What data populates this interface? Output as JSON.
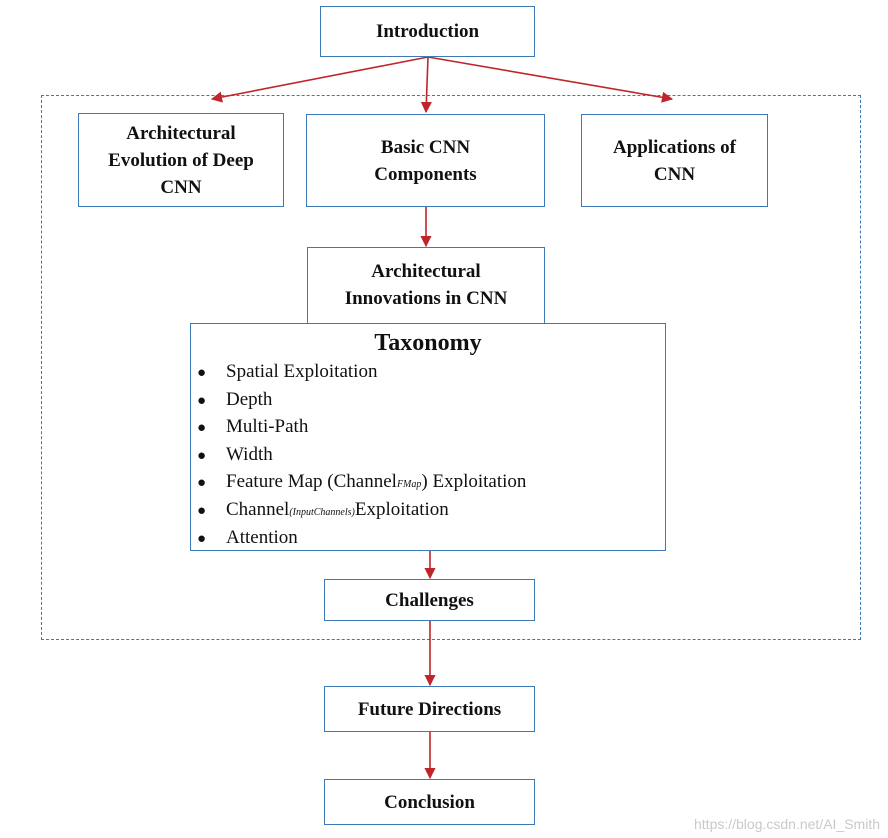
{
  "nodes": {
    "introduction": "Introduction",
    "architectural_evolution": "Architectural Evolution of Deep CNN",
    "basic_components": "Basic CNN Components",
    "applications": "Applications of CNN",
    "architectural_innovations": "Architectural Innovations in CNN",
    "challenges": "Challenges",
    "future_directions": "Future Directions",
    "conclusion": "Conclusion"
  },
  "taxonomy": {
    "title": "Taxonomy",
    "items": [
      {
        "text": "Spatial Exploitation"
      },
      {
        "text": "Depth"
      },
      {
        "text": "Multi-Path"
      },
      {
        "text": "Width"
      },
      {
        "text": "Feature Map (Channel",
        "sub": "FMap",
        "after": ") Exploitation"
      },
      {
        "text": "Channel",
        "sub": "(InputChannels)",
        "after": " Exploitation"
      },
      {
        "text": "Attention"
      }
    ]
  },
  "edges": [
    [
      "introduction",
      "architectural_evolution"
    ],
    [
      "introduction",
      "basic_components"
    ],
    [
      "introduction",
      "applications"
    ],
    [
      "basic_components",
      "architectural_innovations"
    ],
    [
      "taxonomy",
      "challenges"
    ],
    [
      "challenges",
      "future_directions"
    ],
    [
      "future_directions",
      "conclusion"
    ]
  ],
  "watermark": "https://blog.csdn.net/AI_Smith",
  "colors": {
    "box_border": "#3d79b5",
    "arrow": "#c0252b"
  }
}
